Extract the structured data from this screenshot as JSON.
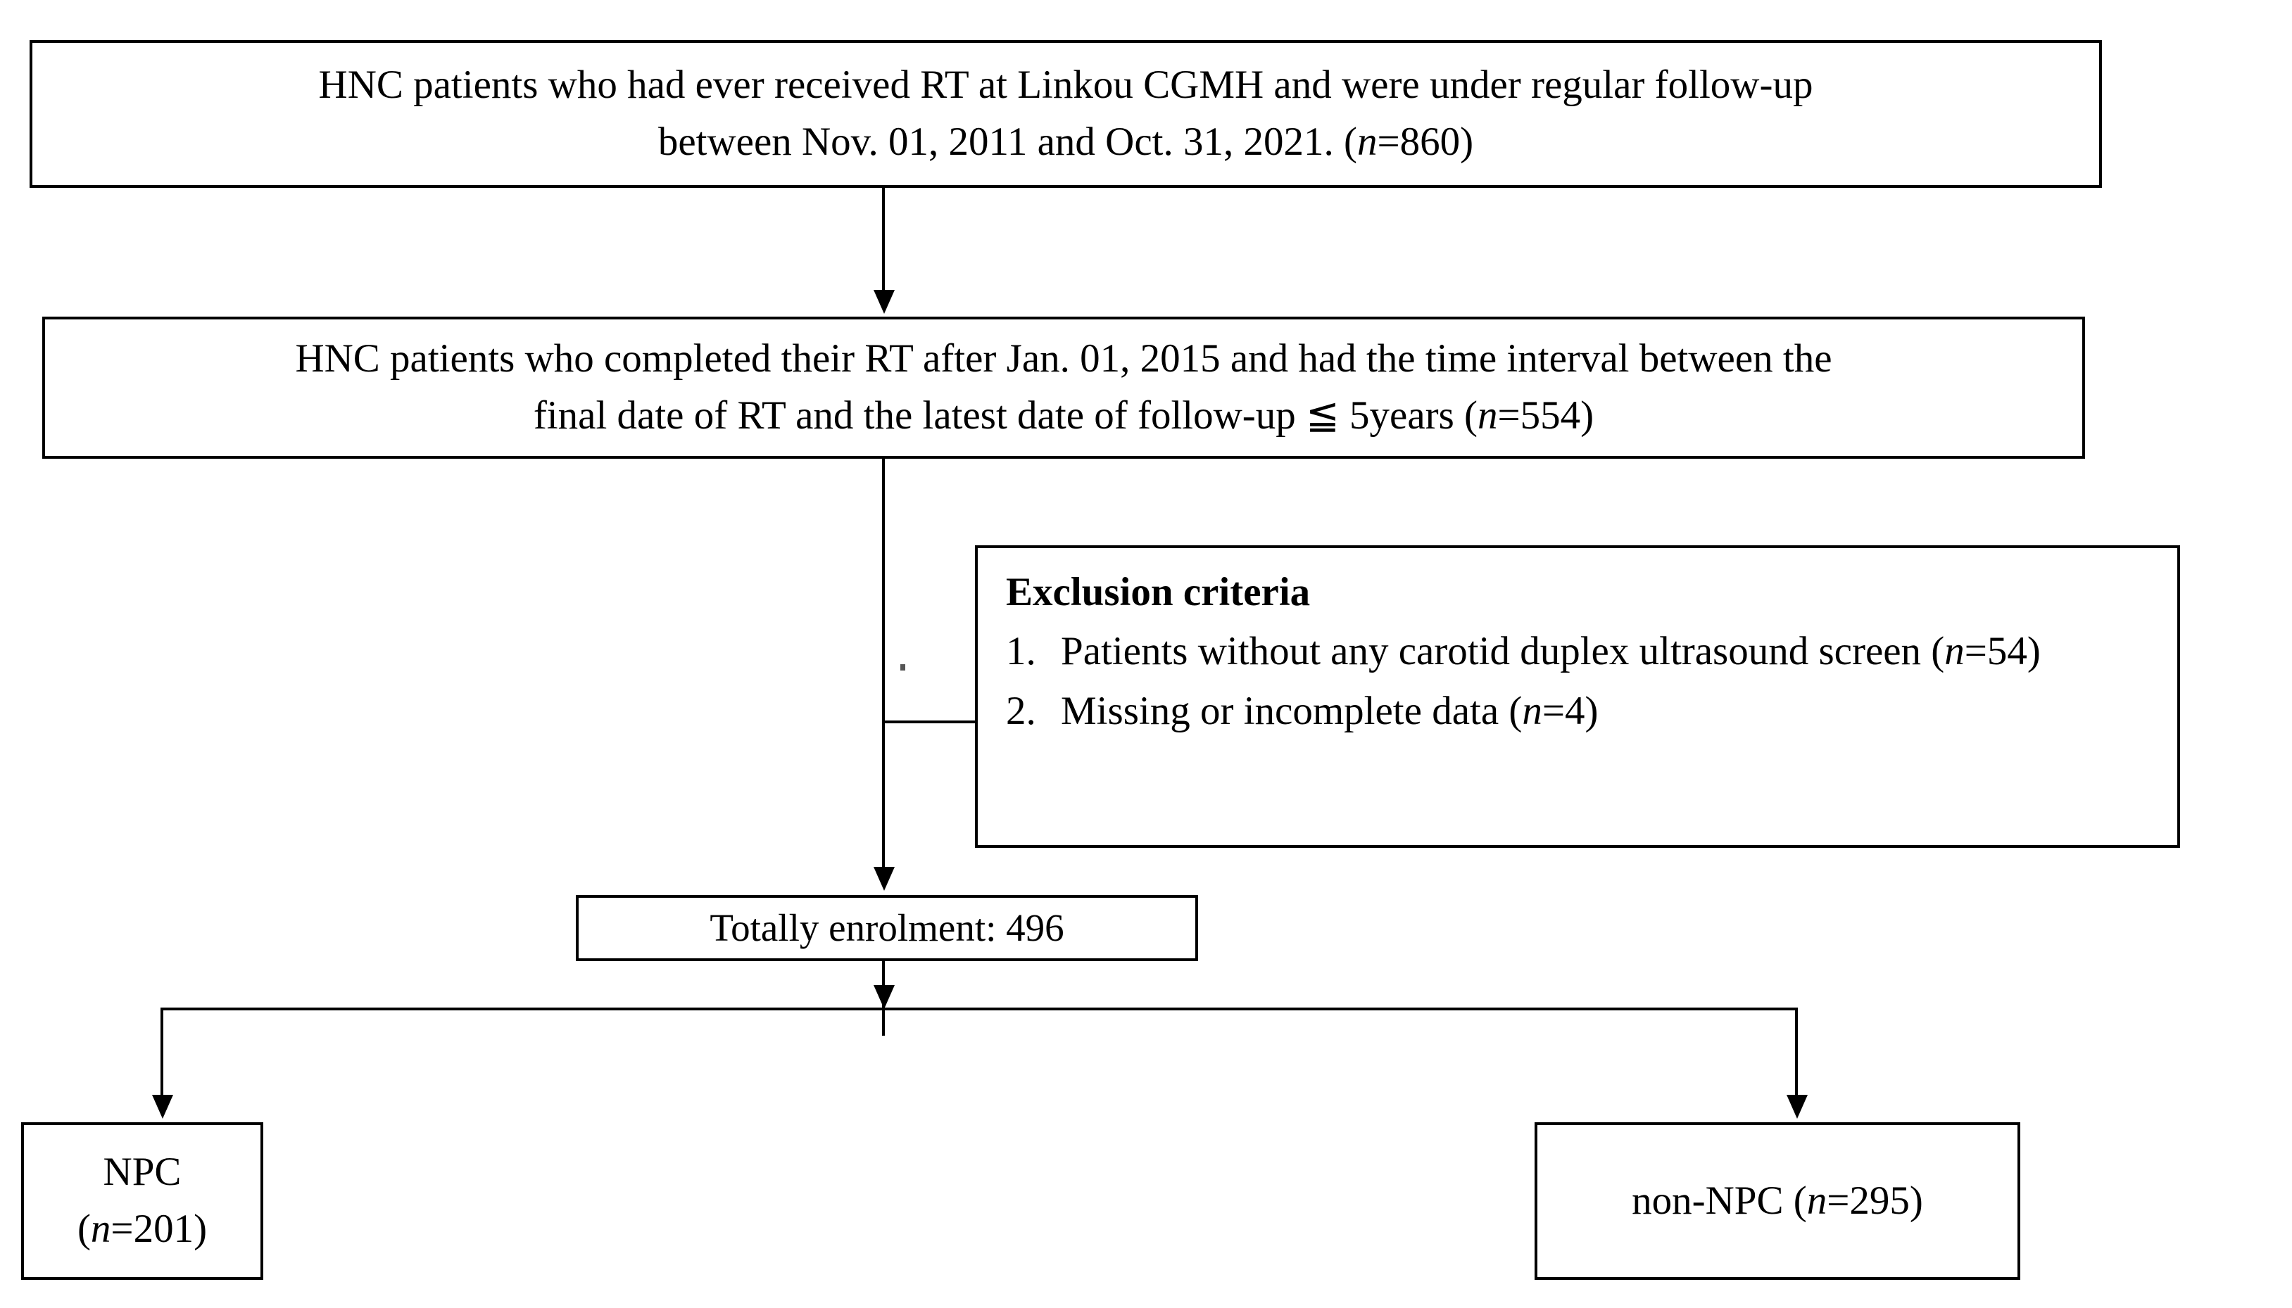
{
  "diagram": {
    "title": "Study enrolment flow diagram",
    "line_color": "#000000",
    "background": "#ffffff"
  },
  "nodes": {
    "cohort": {
      "line1": "HNC patients who had ever received RT at Linkou CGMH and were under regular follow-up",
      "line2_pre": "between  Nov. 01, 2011 and Oct. 31, 2021. (",
      "line2_italic": "n",
      "line2_post": "=860)"
    },
    "eligible": {
      "line1": "HNC patients who completed their RT after Jan. 01, 2015 and had the time interval between the",
      "line2_pre": "final date of RT and the latest date of follow-up ≦ 5years (",
      "line2_italic": "n",
      "line2_post": "=554)"
    },
    "exclusion": {
      "heading": "Exclusion criteria",
      "items": [
        {
          "number": "1.",
          "text_pre": "Patients without any carotid duplex ultrasound screen (",
          "italic": "n",
          "text_post": "=54)"
        },
        {
          "number": "2.",
          "text_pre": "Missing or incomplete data (",
          "italic": "n",
          "text_post": "=4)"
        }
      ]
    },
    "enrolment": {
      "label": "Totally enrolment:  496"
    },
    "npc": {
      "text_pre": "NPC (",
      "italic": "n",
      "text_post": "=201)"
    },
    "non_npc": {
      "text_pre": "non-NPC (",
      "italic": "n",
      "text_post": "=295)"
    }
  },
  "chart_data": {
    "type": "diagram",
    "title": "Patient selection flowchart",
    "steps": [
      {
        "id": "cohort",
        "label": "HNC patients who had ever received RT at Linkou CGMH and were under regular follow-up between Nov. 01, 2011 and Oct. 31, 2021.",
        "n": 860
      },
      {
        "id": "eligible",
        "label": "HNC patients who completed their RT after Jan. 01, 2015 and had the time interval between the final date of RT and the latest date of follow-up ≦ 5years",
        "n": 554
      },
      {
        "id": "enrolment",
        "label": "Totally enrolment",
        "n": 496
      }
    ],
    "exclusions": [
      {
        "reason": "Patients without any carotid duplex ultrasound screen",
        "n": 54
      },
      {
        "reason": "Missing or incomplete data",
        "n": 4
      }
    ],
    "groups": [
      {
        "label": "NPC",
        "n": 201
      },
      {
        "label": "non-NPC",
        "n": 295
      }
    ]
  }
}
